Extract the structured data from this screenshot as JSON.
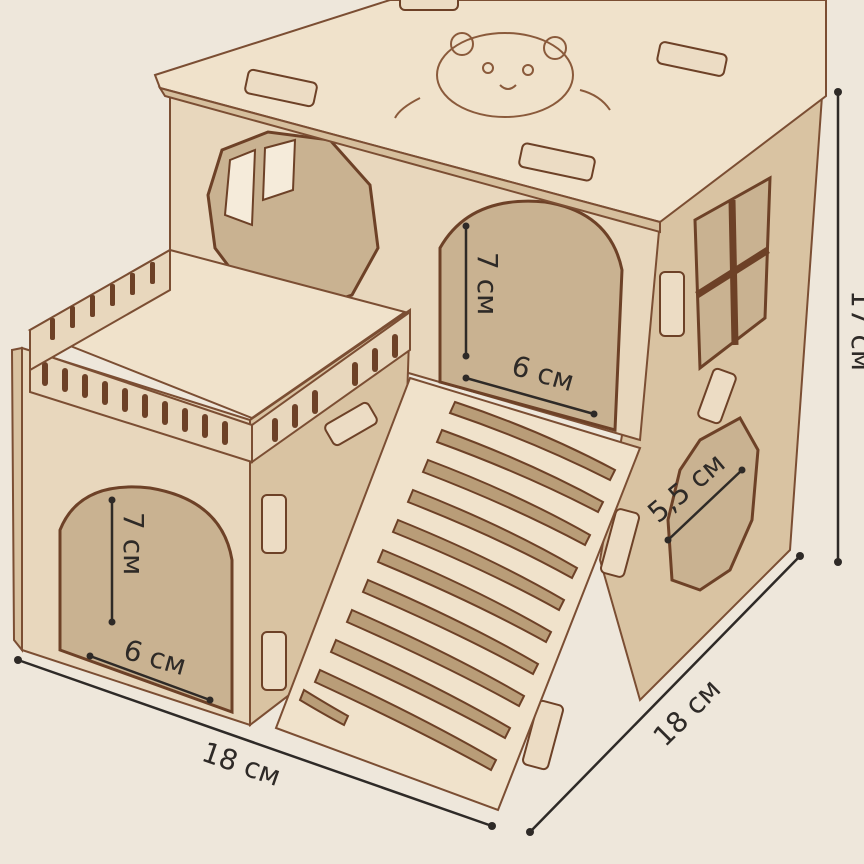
{
  "dimensions": {
    "width": "18 см",
    "depth": "18 см",
    "height": "17 см",
    "door_lower_height": "7 см",
    "door_lower_width": "6 см",
    "door_upper_height": "7 см",
    "door_upper_width": "6 см",
    "side_hole": "5,5 см"
  },
  "colors": {
    "background": "#f2ebe1",
    "plywood": "#e8d7bd",
    "edge": "#7b4e33",
    "text": "#2e2a27"
  }
}
